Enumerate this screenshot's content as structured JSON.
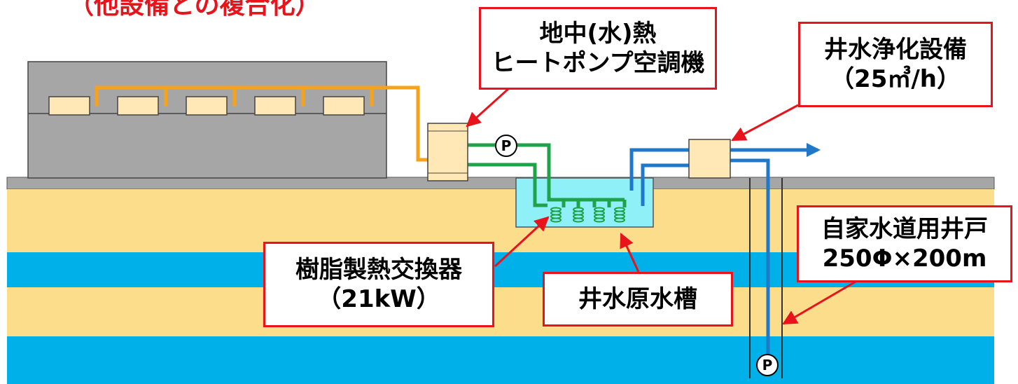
{
  "heading": "（他設備との複合化）",
  "callouts": {
    "heat_pump": {
      "line1": "地中(水)熱",
      "line2": "ヒートポンプ空調機"
    },
    "purifier": {
      "line1": "井水浄化設備",
      "line2": "（25㎥/h）"
    },
    "well": {
      "line1": "自家水道用井戸",
      "line2": "250Φ×200m"
    },
    "exchanger": {
      "line1": "樹脂製熱交換器",
      "line2": "（21kW）"
    },
    "tank": {
      "line1": "井水原水槽"
    }
  },
  "pump_symbol": "P",
  "colors": {
    "accent_red": "#e8141c",
    "orange_pipe": "#f7a21b",
    "green_pipe": "#1ea34a",
    "blue_pipe": "#1f78c8",
    "aquifer_blue": "#00b0e8",
    "soil": "#fbdd8c",
    "building": "#a6a6a6",
    "equipment": "#ffe7b6"
  }
}
